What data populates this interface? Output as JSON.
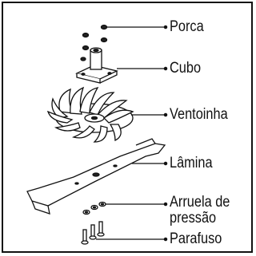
{
  "labels": {
    "porca": "Porca",
    "cubo": "Cubo",
    "ventoinha": "Ventoinha",
    "lamina": "Lâmina",
    "arruela_line1": "Arruela de",
    "arruela_line2": "pressão",
    "parafuso": "Parafuso"
  }
}
